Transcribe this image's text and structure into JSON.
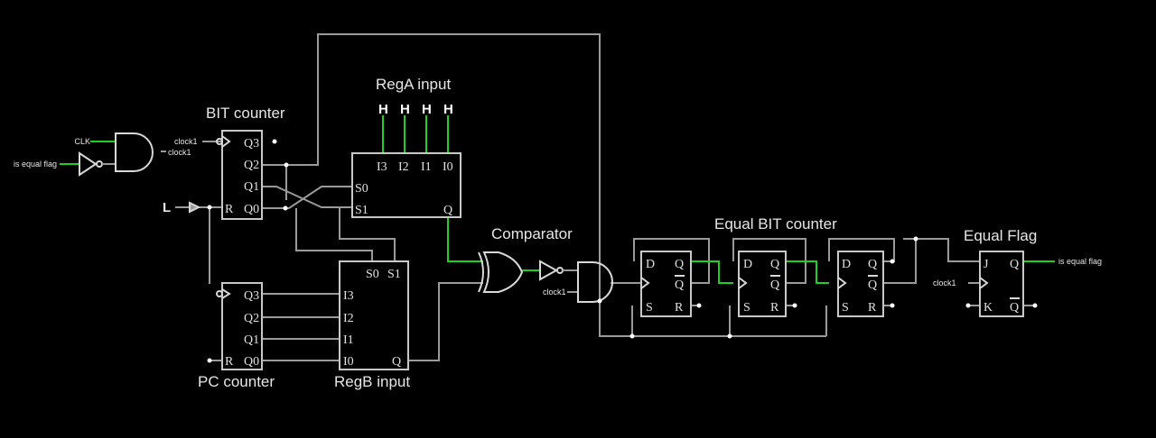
{
  "titles": {
    "bit_counter": "BIT counter",
    "rega_input": "RegA input",
    "comparator": "Comparator",
    "equal_bit_counter": "Equal BIT counter",
    "equal_flag": "Equal Flag",
    "pc_counter": "PC counter",
    "regb_input": "RegB input"
  },
  "signals": {
    "clk": "CLK",
    "is_equal_flag_in": "is equal flag",
    "clock1": "clock1",
    "is_equal_flag_out": "is equal flag",
    "reset_level": "L",
    "high": "H"
  },
  "pins": {
    "q3": "Q3",
    "q2": "Q2",
    "q1": "Q1",
    "q0": "Q0",
    "r": "R",
    "i3": "I3",
    "i2": "I2",
    "i1": "I1",
    "i0": "I0",
    "s0": "S0",
    "s1": "S1",
    "q": "Q",
    "d": "D",
    "s": "S",
    "j": "J",
    "k": "K"
  }
}
